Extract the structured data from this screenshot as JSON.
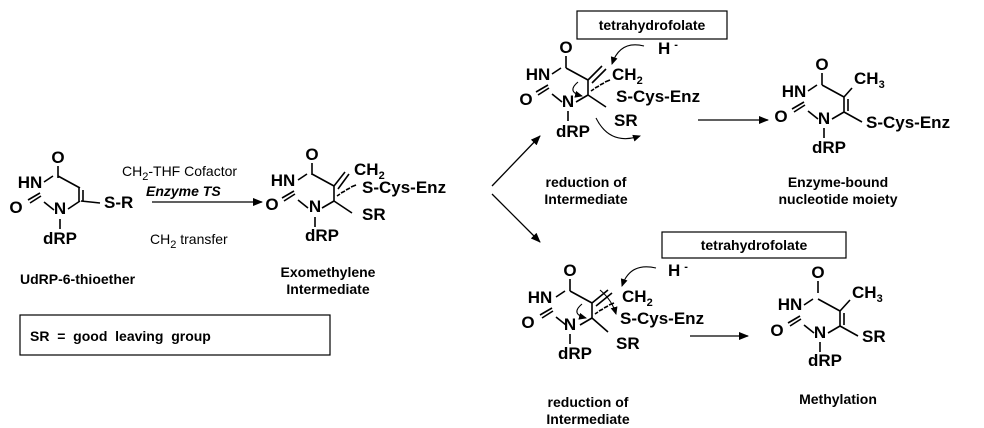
{
  "atoms": {
    "oxygen": "O",
    "nh": "HN",
    "n": "N",
    "drp": "dRP",
    "s_r": "S-R",
    "ch2": "CH",
    "ch3": "CH",
    "sub2": "2",
    "sub3": "3",
    "s_cys_enz": "S-Cys-Enz",
    "sr": "SR",
    "h_minus": "H",
    "minus": "-"
  },
  "labels": {
    "starting_material": "UdRP-6-thioether",
    "exomethylene": [
      "Exomethylene",
      "Intermediate"
    ],
    "reduction_top": [
      "reduction of",
      "Intermediate"
    ],
    "enzyme_bound": [
      "Enzyme-bound",
      "nucleotide moiety"
    ],
    "reduction_bottom": [
      "reduction of",
      "Intermediate"
    ],
    "methylation": "Methylation"
  },
  "conditions": {
    "cofactor_prefix": "CH",
    "cofactor_sub": "2",
    "cofactor_suffix": "-THF Cofactor",
    "enzyme": "Enzyme TS",
    "transfer_prefix": "CH",
    "transfer_sub": "2",
    "transfer_suffix": " transfer"
  },
  "boxes": {
    "legend": "SR  =  good  leaving  group",
    "thf_top": "tetrahydrofolate",
    "thf_bottom": "tetrahydrofolate"
  }
}
